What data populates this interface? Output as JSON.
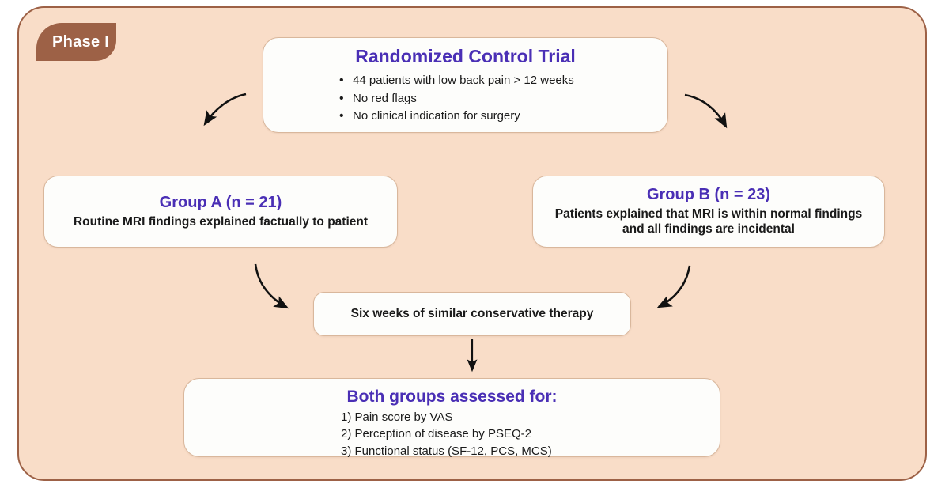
{
  "panel": {
    "phase_label": "Phase I",
    "background_color": "#f9ddc8",
    "border_color": "#9d6146",
    "tab_color": "#9d6146",
    "accent_title_color": "#4a2fb5"
  },
  "nodes": {
    "rct": {
      "title": "Randomized Control Trial",
      "bullets": [
        "44 patients with low back pain  > 12 weeks",
        "No red flags",
        "No clinical indication for surgery"
      ]
    },
    "group_a": {
      "title": "Group A (n = 21)",
      "subtitle": "Routine MRI findings explained factually to patient"
    },
    "group_b": {
      "title": "Group B  (n = 23)",
      "subtitle": "Patients explained that MRI is within normal findings and all findings are incidental"
    },
    "therapy": {
      "label": "Six weeks of similar conservative therapy"
    },
    "outcomes": {
      "title": "Both groups assessed for:",
      "items": [
        "1) Pain score by VAS",
        "2) Perception of disease by PSEQ-2",
        "3) Functional status (SF-12, PCS, MCS)"
      ]
    }
  },
  "arrows": [
    {
      "name": "rct-to-group-a",
      "from": "rct",
      "to": "group_a"
    },
    {
      "name": "rct-to-group-b",
      "from": "rct",
      "to": "group_b"
    },
    {
      "name": "group-a-to-therapy",
      "from": "group_a",
      "to": "therapy"
    },
    {
      "name": "group-b-to-therapy",
      "from": "group_b",
      "to": "therapy"
    },
    {
      "name": "therapy-to-outcomes",
      "from": "therapy",
      "to": "outcomes"
    }
  ]
}
